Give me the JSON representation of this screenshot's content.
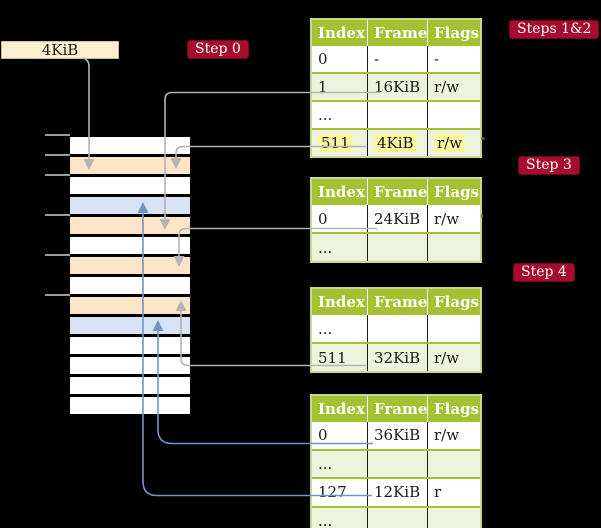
{
  "labels": {
    "page_size": "4KiB",
    "step0": "Step 0",
    "steps_1_2": "Steps 1&2",
    "step3": "Step 3",
    "step4": "Step 4"
  },
  "page_tables": [
    {
      "id": "steps12",
      "columns": [
        "Index",
        "Frame",
        "Flags"
      ],
      "rows": [
        [
          "0",
          "-",
          "-"
        ],
        [
          "1",
          "16KiB",
          "r/w"
        ],
        [
          "...",
          "",
          ""
        ],
        [
          "511",
          "4KiB",
          "r/w"
        ]
      ],
      "highlight_row": 3
    },
    {
      "id": "step3",
      "columns": [
        "Index",
        "Frame",
        "Flags"
      ],
      "rows": [
        [
          "0",
          "24KiB",
          "r/w"
        ],
        [
          "...",
          "",
          ""
        ]
      ],
      "highlight_row": -1
    },
    {
      "id": "step4-upper",
      "columns": [
        "Index",
        "Frame",
        "Flags"
      ],
      "rows": [
        [
          "...",
          "",
          ""
        ],
        [
          "511",
          "32KiB",
          "r/w"
        ]
      ],
      "highlight_row": -1
    },
    {
      "id": "step4-lower",
      "columns": [
        "Index",
        "Frame",
        "Flags"
      ],
      "rows": [
        [
          "0",
          "36KiB",
          "r/w"
        ],
        [
          "...",
          "",
          ""
        ],
        [
          "127",
          "12KiB",
          "r"
        ],
        [
          "...",
          "",
          ""
        ]
      ],
      "highlight_row": -1
    }
  ],
  "memory_rows": [
    "white",
    "peach",
    "white",
    "blue",
    "peach",
    "white",
    "peach",
    "white",
    "peach",
    "blue",
    "white",
    "white",
    "white",
    "white"
  ],
  "colors": {
    "background": "#000000",
    "header_green": "#A3C131",
    "row_tint_green": "#EDF3DC",
    "table_border": "#C7D893",
    "highlight_yellow": "#FBF7A0",
    "memory_peach": "#FCE4C7",
    "memory_blue": "#D7E3F4",
    "box_cream": "#FBF0CE",
    "step_red": "#A60D2D",
    "connector_gray": "#B4B4B4",
    "connector_blue": "#7493C4"
  }
}
